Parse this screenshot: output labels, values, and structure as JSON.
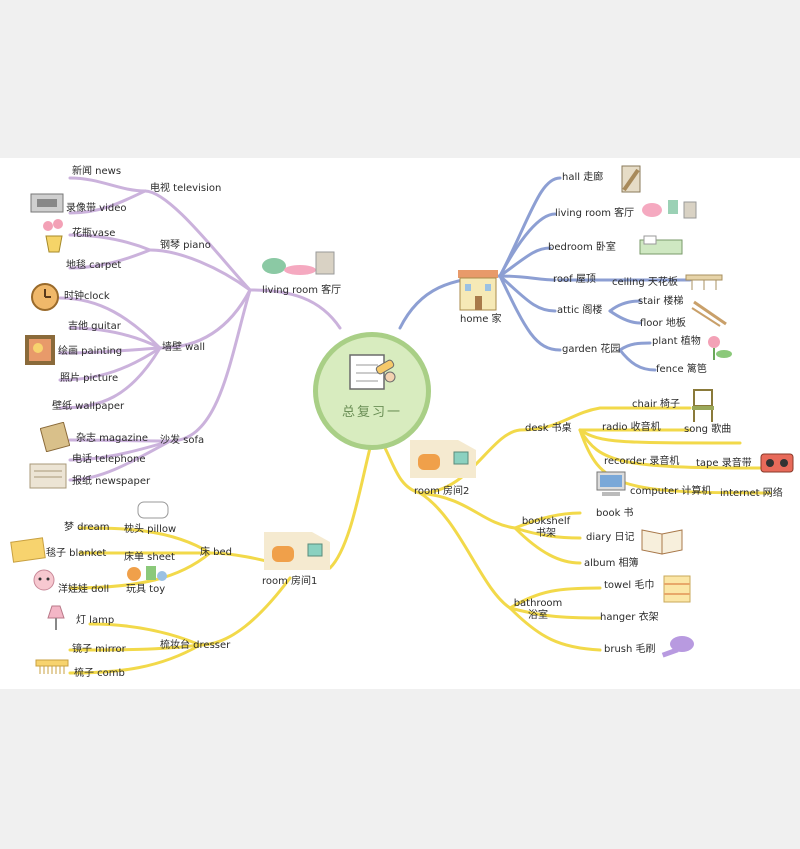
{
  "center": {
    "title": "总复习一"
  },
  "living_room": {
    "hub": "living room 客厅",
    "television": "电视 television",
    "news": "新闻 news",
    "video": "录像带 video",
    "piano": "钢琴 piano",
    "vase": "花瓶vase",
    "carpet": "地毯 carpet",
    "wall": "墙壁 wall",
    "clock": "时钟clock",
    "guitar": "吉他 guitar",
    "painting": "绘画 painting",
    "picture": "照片 picture",
    "wallpaper": "壁纸 wallpaper",
    "sofa": "沙发 sofa",
    "magazine": "杂志 magazine",
    "telephone": "电话 telephone",
    "newspaper": "报纸 newspaper"
  },
  "home": {
    "hub": "home 家",
    "hall": "hall 走廊",
    "living_room": "living room 客厅",
    "bedroom": "bedroom 卧室",
    "roof": "roof 屋顶",
    "ceiling": "ceiling 天花板",
    "attic": "attic 阁楼",
    "stair": "stair 楼梯",
    "floor": "floor 地板",
    "garden": "garden 花园",
    "plant": "plant 植物",
    "fence": "fence 篱笆"
  },
  "room2": {
    "hub": "room 房间2",
    "desk": "desk 书桌",
    "chair": "chair 椅子",
    "radio": "radio 收音机",
    "song": "song 歌曲",
    "recorder": "recorder 录音机",
    "tape": "tape 录音带",
    "computer": "computer 计算机",
    "internet": "internet 网络",
    "bookshelf": "bookshelf\n书架",
    "book": "book 书",
    "diary": "diary 日记",
    "album": "album 相簿",
    "bathroom": "bathroom\n浴室",
    "towel": "towel 毛巾",
    "hanger": "hanger 衣架",
    "brush": "brush 毛刷"
  },
  "room1": {
    "hub": "room 房间1",
    "bed": "床 bed",
    "dream": "梦 dream",
    "pillow": "枕头 pillow",
    "blanket": "毯子 blanket",
    "sheet": "床单 sheet",
    "doll": "洋娃娃 doll",
    "toy": "玩具 toy",
    "dresser": "梳妆台 dresser",
    "lamp": "灯 lamp",
    "mirror": "镜子 mirror",
    "comb": "梳子 comb"
  },
  "colors": {
    "purple_branch": "#cbb2dc",
    "blue_branch": "#8d9fd3",
    "yellow_branch": "#f2d94a",
    "center_fill": "#d8ecbf",
    "center_ring": "#a9cf86"
  },
  "icons": [
    "tv-icon",
    "video-tape-icon",
    "vase-icon",
    "clock-icon",
    "painting-icon",
    "magazine-icon",
    "newspaper-icon",
    "sofa-icon",
    "hall-icon",
    "bed-icon",
    "house-icon",
    "roof-beam-icon",
    "stair-icon",
    "flower-icon",
    "chair-icon",
    "cassette-recorder-icon",
    "computer-icon",
    "room-icon",
    "diary-icon",
    "towel-icon",
    "hairbrush-icon",
    "pillow-icon",
    "blanket-icon",
    "doll-icon",
    "toy-icon",
    "lamp-icon",
    "comb-icon",
    "notepad-icon"
  ]
}
